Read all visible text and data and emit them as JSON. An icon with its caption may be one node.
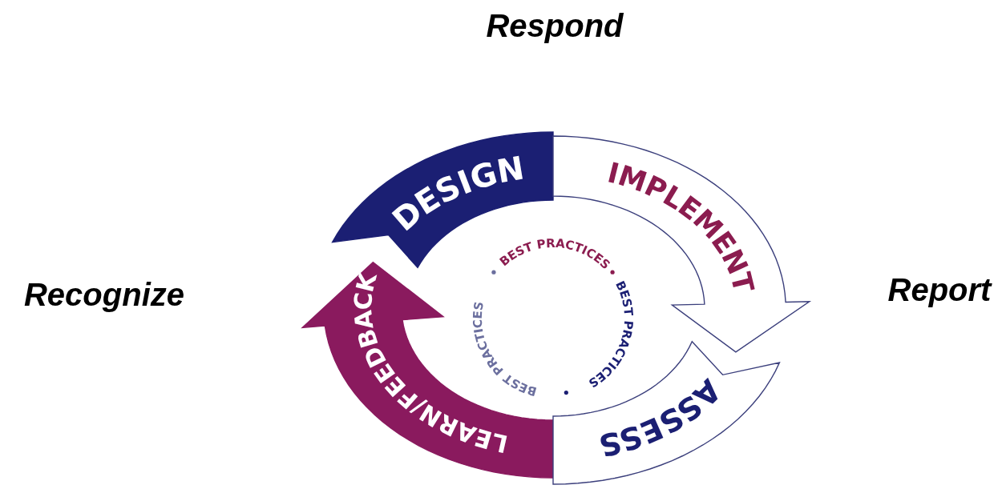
{
  "diagram": {
    "nodes": [
      {
        "text": [
          "DESIGN"
        ]
      },
      {
        "text": [
          "IMPLEMENT"
        ]
      },
      {
        "text": [
          "ASSESS"
        ]
      },
      {
        "text": [
          "LEARN/FEEDBACK"
        ]
      }
    ],
    "labels": [
      "Respond",
      "Recognize",
      "Report",
      "BEST PRACTICES",
      "BEST PRACTICES",
      "BEST PRACTICES"
    ]
  }
}
